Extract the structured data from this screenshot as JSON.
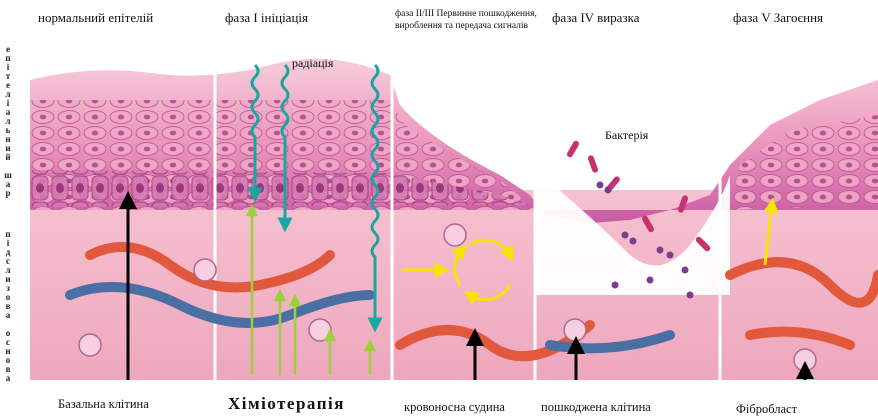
{
  "phases": [
    {
      "label": "нормальний епітелій"
    },
    {
      "label": "фаза I ініціація"
    },
    {
      "label": "фаза II/III Первинне пошкодження, вироблення та передача сигналів"
    },
    {
      "label": "фаза IV виразка"
    },
    {
      "label": "фаза V Загоєння"
    }
  ],
  "side_labels": {
    "epithelium": "епітеліальний шар",
    "submucosa": "підслизова основа"
  },
  "inner_labels": {
    "radiation": "радіація",
    "bacteria": "Бактерія"
  },
  "bottom_labels": {
    "basal_cell": "Базальна клітина",
    "chemotherapy": "Хіміотерапія",
    "blood_vessel": "кровоносна судина",
    "damaged_cell": "пошкоджена клітина",
    "fibroblast": "Фібробласт"
  },
  "colors": {
    "tissue": "#f4b6c6",
    "vessel_red": "#e2583c",
    "vessel_blue": "#4a6fa5",
    "epithelium": "#e07bb0",
    "radiation": "#1aa6a0",
    "chemo": "#9bd23c",
    "signal": "#f5e400",
    "bacteria_magenta": "#c8326e",
    "bacteria_purple": "#7a3e8e"
  }
}
